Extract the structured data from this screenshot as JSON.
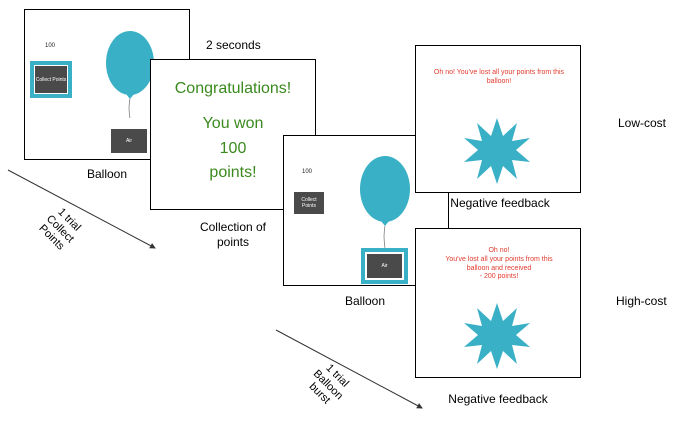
{
  "screen1": {
    "score": "100",
    "collect_button": "Collect Points",
    "air_button": "Air",
    "caption": "Balloon"
  },
  "timing": "2 seconds",
  "screen2": {
    "line1": "Congratulations!",
    "line2": "You won",
    "line3": "100",
    "line4": "points!",
    "caption": "Collection of points"
  },
  "screen3": {
    "score": "100",
    "collect_button": "Collect Points",
    "air_button": "Air",
    "caption": "Balloon"
  },
  "low_cost_feedback": {
    "message": "Oh no! You've lost all your points from this balloon!",
    "caption": "Negative feedback",
    "condition": "Low-cost"
  },
  "high_cost_feedback": {
    "message_line1": "Oh no!",
    "message_line2": "You've lost all your points from this",
    "message_line3": "balloon and received",
    "message_line4": "- 200 points!",
    "caption": "Negative feedback",
    "condition": "High-cost"
  },
  "arrow1": {
    "line1": "1 trial",
    "line2": "Collect",
    "line3": "Points"
  },
  "arrow2": {
    "line1": "1 trial",
    "line2": "Balloon",
    "line3": "burst"
  },
  "colors": {
    "balloon": "#3ab0c6",
    "green": "#3a8a1e",
    "red": "#e23b2e",
    "button": "#4a4a4a"
  }
}
